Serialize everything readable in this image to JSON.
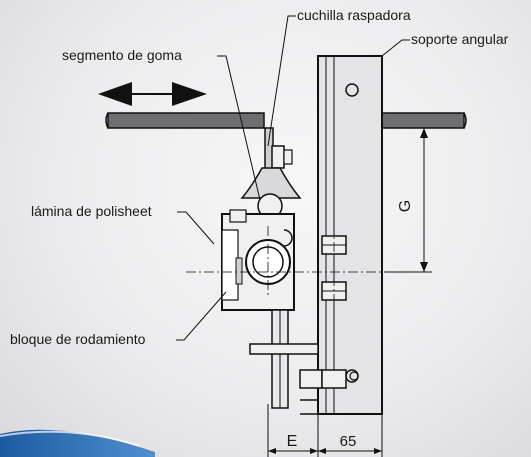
{
  "labels": {
    "scraper_blade": "cuchilla raspadora",
    "angle_bracket": "soporte angular",
    "rubber_segment": "segmento de goma",
    "polisheet": "lámina de polisheet",
    "bearing_block": "bloque de rodamiento"
  },
  "dimensions": {
    "g": "G",
    "e": "E",
    "width": "65"
  },
  "colors": {
    "line": "#1a1a1a",
    "belt": "#6e6e72",
    "accent_blue": "#1e5aa0"
  }
}
